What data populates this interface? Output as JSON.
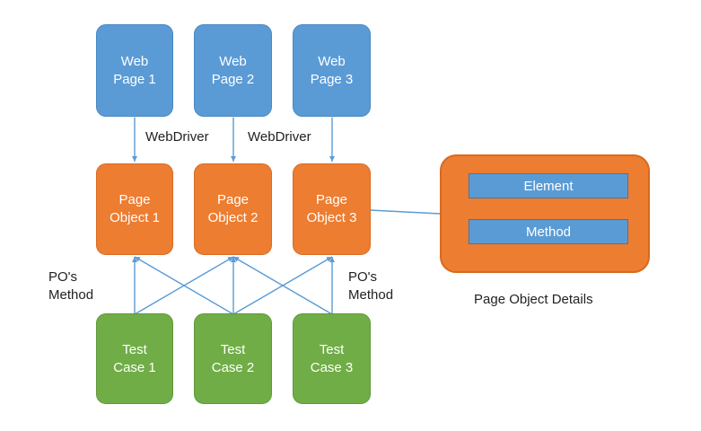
{
  "web_pages": [
    {
      "line1": "Web",
      "line2": "Page 1"
    },
    {
      "line1": "Web",
      "line2": "Page 2"
    },
    {
      "line1": "Web",
      "line2": "Page 3"
    }
  ],
  "page_objects": [
    {
      "line1": "Page",
      "line2": "Object 1"
    },
    {
      "line1": "Page",
      "line2": "Object 2"
    },
    {
      "line1": "Page",
      "line2": "Object 3"
    }
  ],
  "test_cases": [
    {
      "line1": "Test",
      "line2": "Case 1"
    },
    {
      "line1": "Test",
      "line2": "Case 2"
    },
    {
      "line1": "Test",
      "line2": "Case 3"
    }
  ],
  "labels": {
    "webdriver_left": "WebDriver",
    "webdriver_right": "WebDriver",
    "po_method_left": {
      "line1": "PO's",
      "line2": "Method"
    },
    "po_method_right": {
      "line1": "PO's",
      "line2": "Method"
    }
  },
  "details": {
    "element_label": "Element",
    "method_label": "Method",
    "caption": "Page Object Details"
  },
  "colors": {
    "web": "#5b9bd5",
    "page_object": "#ed7d31",
    "test_case": "#70ad47",
    "connector": "#5b9bd5"
  }
}
